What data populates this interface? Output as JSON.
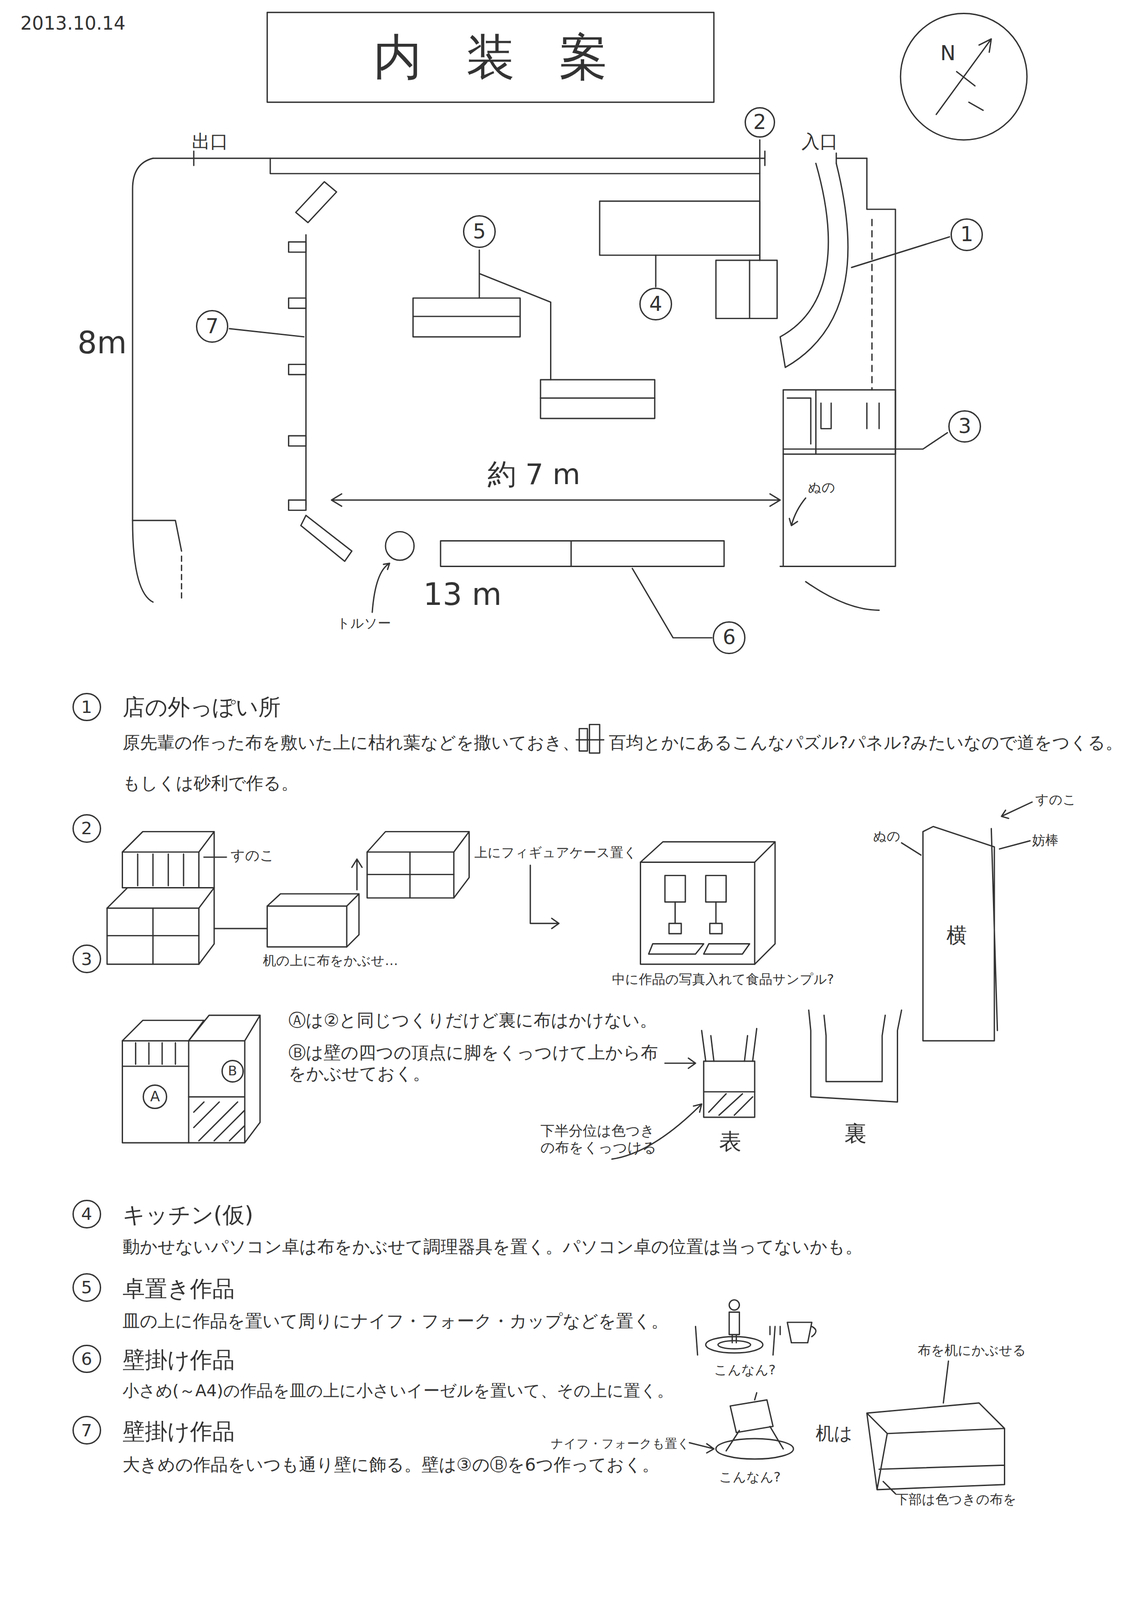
{
  "diagram": {
    "title": "内装案",
    "nodes": [
      {
        "text": [
          "2"
        ]
      },
      {
        "text": [
          "5"
        ]
      },
      {
        "text": [
          "1"
        ]
      },
      {
        "text": [
          "4"
        ]
      },
      {
        "text": [
          "7"
        ]
      },
      {
        "text": [
          "3"
        ]
      },
      {
        "text": [
          "6"
        ]
      },
      {
        "text": [
          "1"
        ]
      },
      {
        "text": [
          "2"
        ]
      },
      {
        "text": [
          "3"
        ]
      },
      {
        "text": [
          "A"
        ]
      },
      {
        "text": [
          "B"
        ]
      },
      {
        "text": [
          "4"
        ]
      },
      {
        "text": [
          "5"
        ]
      },
      {
        "text": [
          "6"
        ]
      },
      {
        "text": [
          "7"
        ]
      }
    ],
    "labels": [
      "2013.10.14",
      "N",
      "出口",
      "入口",
      "8m",
      "約 7 m",
      "ぬの",
      "13 m",
      "トルソー",
      "店の外っぽい所",
      "原先輩の作った布を敷いた上に枯れ葉などを撒いておき、",
      "百均とかにあるこんなパズル?パネル?みたいなので道をつくる。",
      "もしくは砂利で作る。",
      "すのこ",
      "ぬの",
      "妨棒",
      "上にフィギュアケース置く",
      "すのこ",
      "横",
      "机の上に布をかぶせ…",
      "中に作品の写真入れて食品サンプル?",
      "Ⓐは②と同じつくりだけど裏に布はかけない。",
      "Ⓑは壁の四つの頂点に脚をくっつけて上から布をかぶせておく。",
      "下半分位は色つきの布をくっつける",
      "表",
      "裏",
      "キッチン(仮)",
      "動かせないパソコン卓は布をかぶせて調理器具を置く。パソコン卓の位置は当ってないかも。",
      "卓置き作品",
      "皿の上に作品を置いて周りにナイフ・フォーク・カップなどを置く。",
      "こんなん?",
      "布を机にかぶせる",
      "壁掛け作品",
      "小さめ(～A4)の作品を皿の上に小さいイーゼルを置いて、その上に置く。",
      "机は",
      "ナイフ・フォークも置く",
      "壁掛け作品",
      "大きめの作品をいつも通り壁に飾る。壁は③のⒷを6つ作っておく。",
      "こんなん?",
      "下部は色つきの布を"
    ]
  }
}
